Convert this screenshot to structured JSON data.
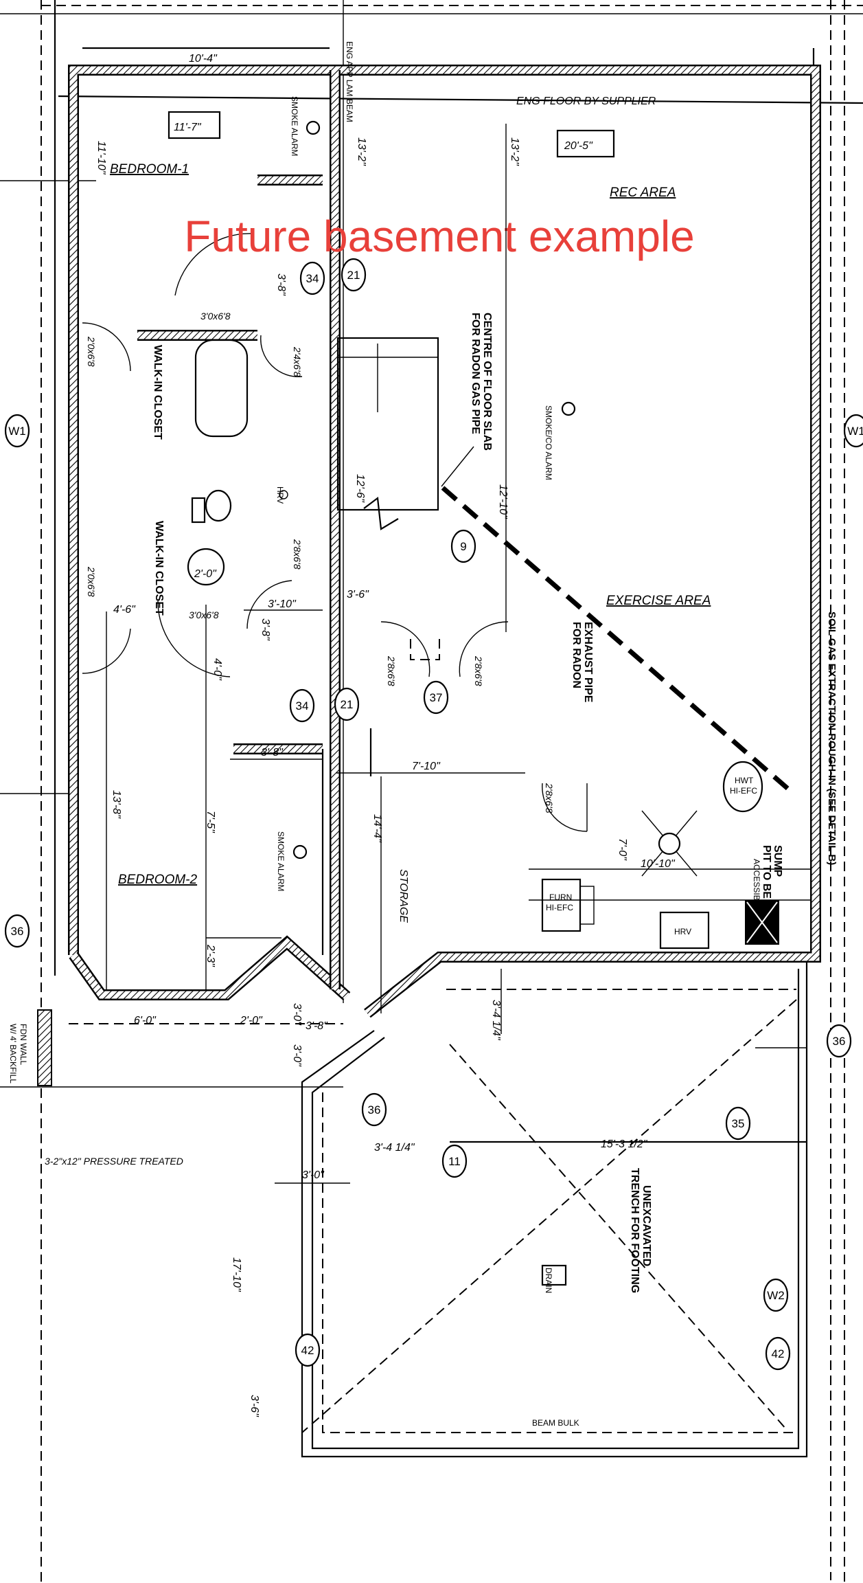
{
  "title": "Future basement example",
  "colors": {
    "title": "#e8403a",
    "lines": "#000000",
    "background": "#ffffff"
  },
  "rooms": {
    "bedroom1": "BEDROOM-1",
    "bedroom2": "BEDROOM-2",
    "rec_area": "REC AREA",
    "exercise_area": "EXERCISE AREA",
    "storage": "STORAGE",
    "closet_upper": "WALK-IN CLOSET",
    "closet_lower": "WALK-IN CLOSET"
  },
  "room_sizes": {
    "bedroom1": "11'-7\"",
    "rec_area": "20'-5\""
  },
  "notes": {
    "eng_floor": "ENG FLOOR BY SUPPLIER",
    "eng_app": "ENG APP LAM BEAM",
    "smoke_alarm_1": "SMOKE ALARM",
    "smoke_alarm_2": "SMOKE ALARM",
    "smoke_co_alarm": "SMOKE/CO ALARM",
    "radon_slab_1": "CENTRE OF FLOOR SLAB",
    "radon_slab_2": "FOR RADON GAS PIPE",
    "exhaust_1": "EXHAUST PIPE",
    "exhaust_2": "FOR RADON",
    "soil_gas": "SOIL GAS EXTRACTION ROUGH-IN (SEE DETAIL B)",
    "hrv_ceiling": "HRV",
    "hwt_1": "HWT",
    "hwt_2": "HI-EFC",
    "furn_1": "FURN",
    "furn_2": "HI-EFC",
    "hrv_unit": "HRV",
    "sump_1": "SUMP",
    "sump_2": "PIT TO BE",
    "sump_3": "ACCESSIBLE",
    "unexcavated_1": "UNEXCAVATED",
    "unexcavated_2": "TRENCH FOR FOOTING",
    "drain": "DRAIN",
    "pressure_treated": "3-2\"x12\" PRESSURE TREATED",
    "fdn_wall_1": "FDN WALL",
    "fdn_wall_2": "W/ 4' BACKFILL",
    "beam_bulk": "BEAM BULK"
  },
  "dimensions": {
    "d_10_4": "10'-4\"",
    "d_11_10": "11'-10\"",
    "d_13_2_a": "13'-2\"",
    "d_13_2_b": "13'-2\"",
    "d_3_8_a": "3'-8\"",
    "d_12_6": "12'-6\"",
    "d_12_10": "12'-10\"",
    "d_2_0": "2'-0\"",
    "d_3_6": "3'-6\"",
    "d_4_6": "4'-6\"",
    "d_3_10": "3'-10\"",
    "d_3_8_b": "3'-8\"",
    "d_4_0": "4'-0\"",
    "d_3_8_c": "3'-8\"",
    "d_7_10": "7'-10\"",
    "d_13_8": "13'-8\"",
    "d_7_5": "7'-5\"",
    "d_14_4": "14'-4\"",
    "d_2_3": "2'-3\"",
    "d_7_0": "7'-0\"",
    "d_10_10": "10'-10\"",
    "d_6_0": "6'-0\"",
    "d_2_0_b": "2'-0\"",
    "d_3_8_d": "3'-8\"",
    "d_3_0_a": "3'-0\"",
    "d_3_0_b": "3'-0\"",
    "d_3_4_a": "3'-4 1/4\"",
    "d_3_4_b": "3'-4 1/4\"",
    "d_15_3": "15'-3 1/2\"",
    "d_3_0_c": "3'-0\"",
    "d_17_10": "17'-10\"",
    "d_3_6_b": "3'-6\""
  },
  "doors": {
    "door_bed1": "3'0x6'8",
    "door_closet1": "2'0x6'8",
    "door_bath": "2'4x6'8",
    "door_closet2": "2'0x6'8",
    "door_hall": "2'8x6'8",
    "door_bed2": "3'0x6'8",
    "door_storage_l": "2'8x6'8",
    "door_storage_r": "2'8x6'8",
    "door_mech": "2'8x6'8"
  },
  "callouts": {
    "c34a": "34",
    "c21a": "21",
    "c9": "9",
    "c34b": "34",
    "c21b": "21",
    "c37": "37",
    "c36a": "36",
    "c36b": "36",
    "c36c": "36",
    "c35": "35",
    "c11": "11",
    "cw1a": "W1",
    "cw1b": "W1",
    "cw2": "W2",
    "c42a": "42",
    "c42b": "42"
  }
}
